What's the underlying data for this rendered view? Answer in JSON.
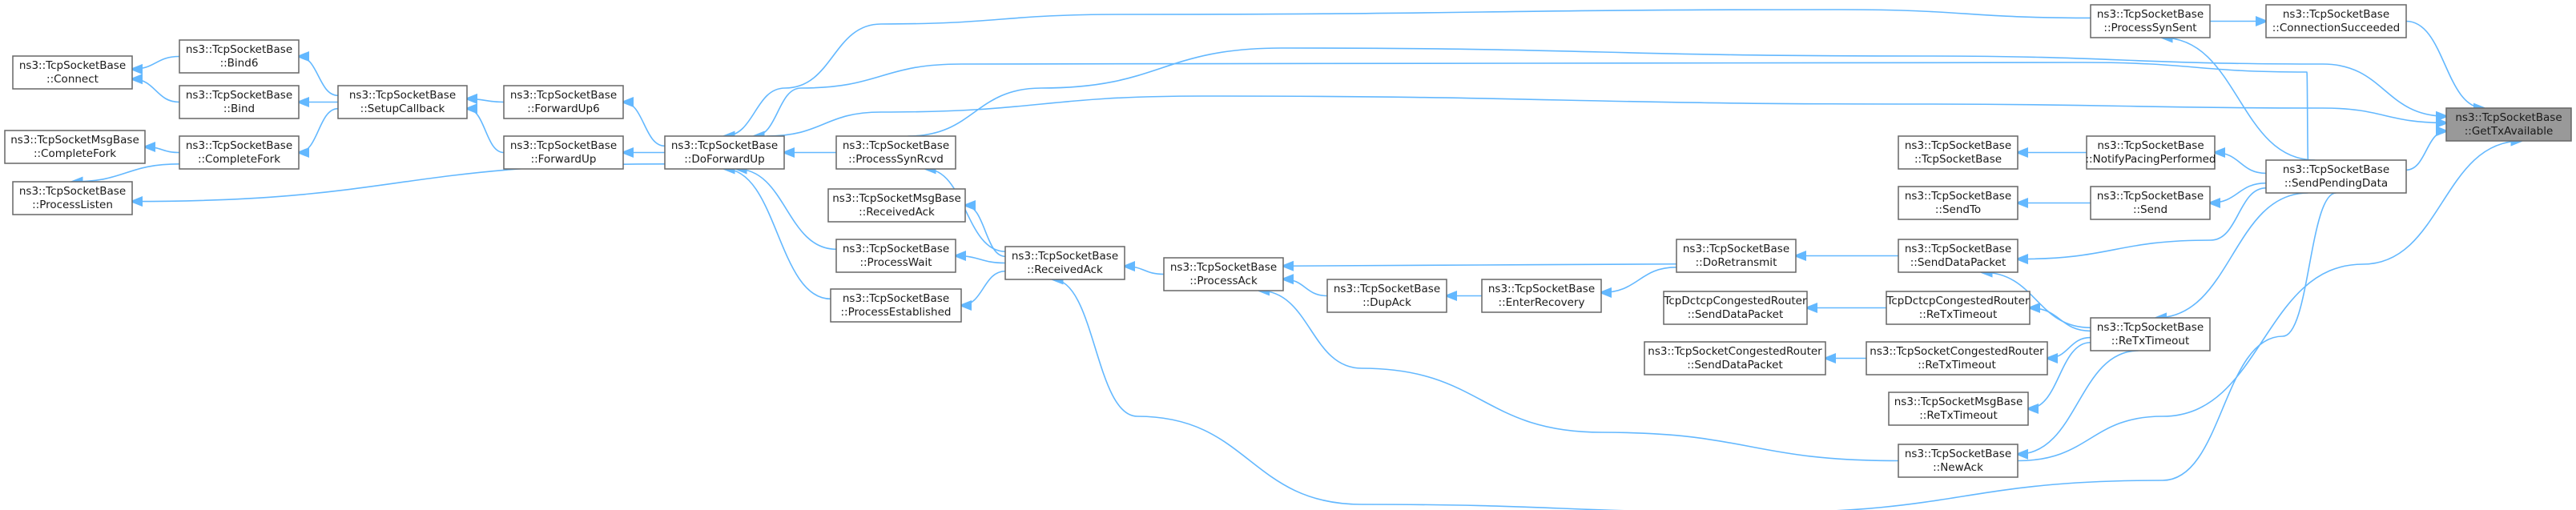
{
  "colors": {
    "edge": "#63b8ff",
    "node_border": "#666666",
    "focus_fill": "#999999",
    "background": "#ffffff"
  },
  "nodes": {
    "connect": [
      "ns3::TcpSocketBase",
      "::Connect"
    ],
    "bind6": [
      "ns3::TcpSocketBase",
      "::Bind6"
    ],
    "bind": [
      "ns3::TcpSocketBase",
      "::Bind"
    ],
    "msgbase_completefork": [
      "ns3::TcpSocketMsgBase",
      "::CompleteFork"
    ],
    "completefork": [
      "ns3::TcpSocketBase",
      "::CompleteFork"
    ],
    "processlisten": [
      "ns3::TcpSocketBase",
      "::ProcessListen"
    ],
    "setupcallback": [
      "ns3::TcpSocketBase",
      "::SetupCallback"
    ],
    "forwardup6": [
      "ns3::TcpSocketBase",
      "::ForwardUp6"
    ],
    "forwardup": [
      "ns3::TcpSocketBase",
      "::ForwardUp"
    ],
    "doforwardup": [
      "ns3::TcpSocketBase",
      "::DoForwardUp"
    ],
    "processsynrcvd": [
      "ns3::TcpSocketBase",
      "::ProcessSynRcvd"
    ],
    "msgbase_receivedack": [
      "ns3::TcpSocketMsgBase",
      "::ReceivedAck"
    ],
    "processwait": [
      "ns3::TcpSocketBase",
      "::ProcessWait"
    ],
    "processestablished": [
      "ns3::TcpSocketBase",
      "::ProcessEstablished"
    ],
    "receivedack": [
      "ns3::TcpSocketBase",
      "::ReceivedAck"
    ],
    "processack": [
      "ns3::TcpSocketBase",
      "::ProcessAck"
    ],
    "dupack": [
      "ns3::TcpSocketBase",
      "::DupAck"
    ],
    "enterrecovery": [
      "ns3::TcpSocketBase",
      "::EnterRecovery"
    ],
    "doretransmit": [
      "ns3::TcpSocketBase",
      "::DoRetransmit"
    ],
    "dctcp_senddatapacket": [
      "TcpDctcpCongestedRouter",
      "::SendDataPacket"
    ],
    "congested_senddatapacket": [
      "ns3::TcpSocketCongestedRouter",
      "::SendDataPacket"
    ],
    "tcpsocketbase_ctor": [
      "ns3::TcpSocketBase",
      "::TcpSocketBase"
    ],
    "sendto": [
      "ns3::TcpSocketBase",
      "::SendTo"
    ],
    "processsynsent": [
      "ns3::TcpSocketBase",
      "::ProcessSynSent"
    ],
    "notifypacingperformed": [
      "ns3::TcpSocketBase",
      "::NotifyPacingPerformed"
    ],
    "send": [
      "ns3::TcpSocketBase",
      "::Send"
    ],
    "senddatapacket": [
      "ns3::TcpSocketBase",
      "::SendDataPacket"
    ],
    "dctcp_retxtimeout": [
      "TcpDctcpCongestedRouter",
      "::ReTxTimeout"
    ],
    "congested_retxtimeout": [
      "ns3::TcpSocketCongestedRouter",
      "::ReTxTimeout"
    ],
    "msgbase_retxtimeout": [
      "ns3::TcpSocketMsgBase",
      "::ReTxTimeout"
    ],
    "newack": [
      "ns3::TcpSocketBase",
      "::NewAck"
    ],
    "retxtimeout": [
      "ns3::TcpSocketBase",
      "::ReTxTimeout"
    ],
    "connectionsucceeded": [
      "ns3::TcpSocketBase",
      "::ConnectionSucceeded"
    ],
    "sendpendingdata": [
      "ns3::TcpSocketBase",
      "::SendPendingData"
    ],
    "gettxavailable": [
      "ns3::TcpSocketBase",
      "::GetTxAvailable"
    ]
  }
}
